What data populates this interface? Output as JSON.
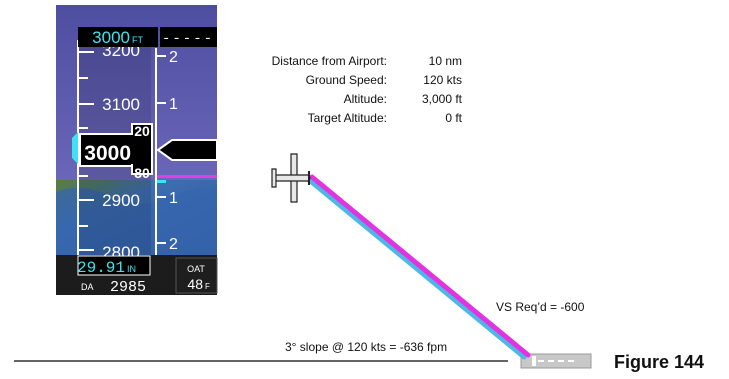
{
  "pfd": {
    "selected_altitude": "3000",
    "selected_altitude_unit": "FT",
    "tape_labels": [
      "3200",
      "3100",
      "2900",
      "2800"
    ],
    "current_altitude": "3000",
    "roller_top": "20",
    "roller_bottom": "80",
    "vsi_labels": [
      "2",
      "1",
      "1",
      "2"
    ],
    "baro_setting": "29.91",
    "baro_unit": "IN",
    "density_altitude_label": "DA",
    "density_altitude": "2985",
    "oat_label": "OAT",
    "oat_value": "48",
    "oat_unit": "F",
    "colors": {
      "sky": "#5b5aa6",
      "ground": "#3a6aa8",
      "cyan": "#3fe3f0",
      "magenta": "#e040e0"
    }
  },
  "info": {
    "rows": [
      {
        "label": "Distance from Airport:",
        "value": "10 nm"
      },
      {
        "label": "Ground Speed:",
        "value": "120 kts"
      },
      {
        "label": "Altitude:",
        "value": "3,000 ft"
      },
      {
        "label": "Target Altitude:",
        "value": "0 ft"
      }
    ]
  },
  "paths": {
    "vs_required": "VS Req’d = -600",
    "slope_note": "3° slope @ 120 kts = -636 fpm",
    "cyan_color": "#4bb8e6",
    "magenta_color": "#e233e0"
  },
  "figure_label": "Figure 144"
}
